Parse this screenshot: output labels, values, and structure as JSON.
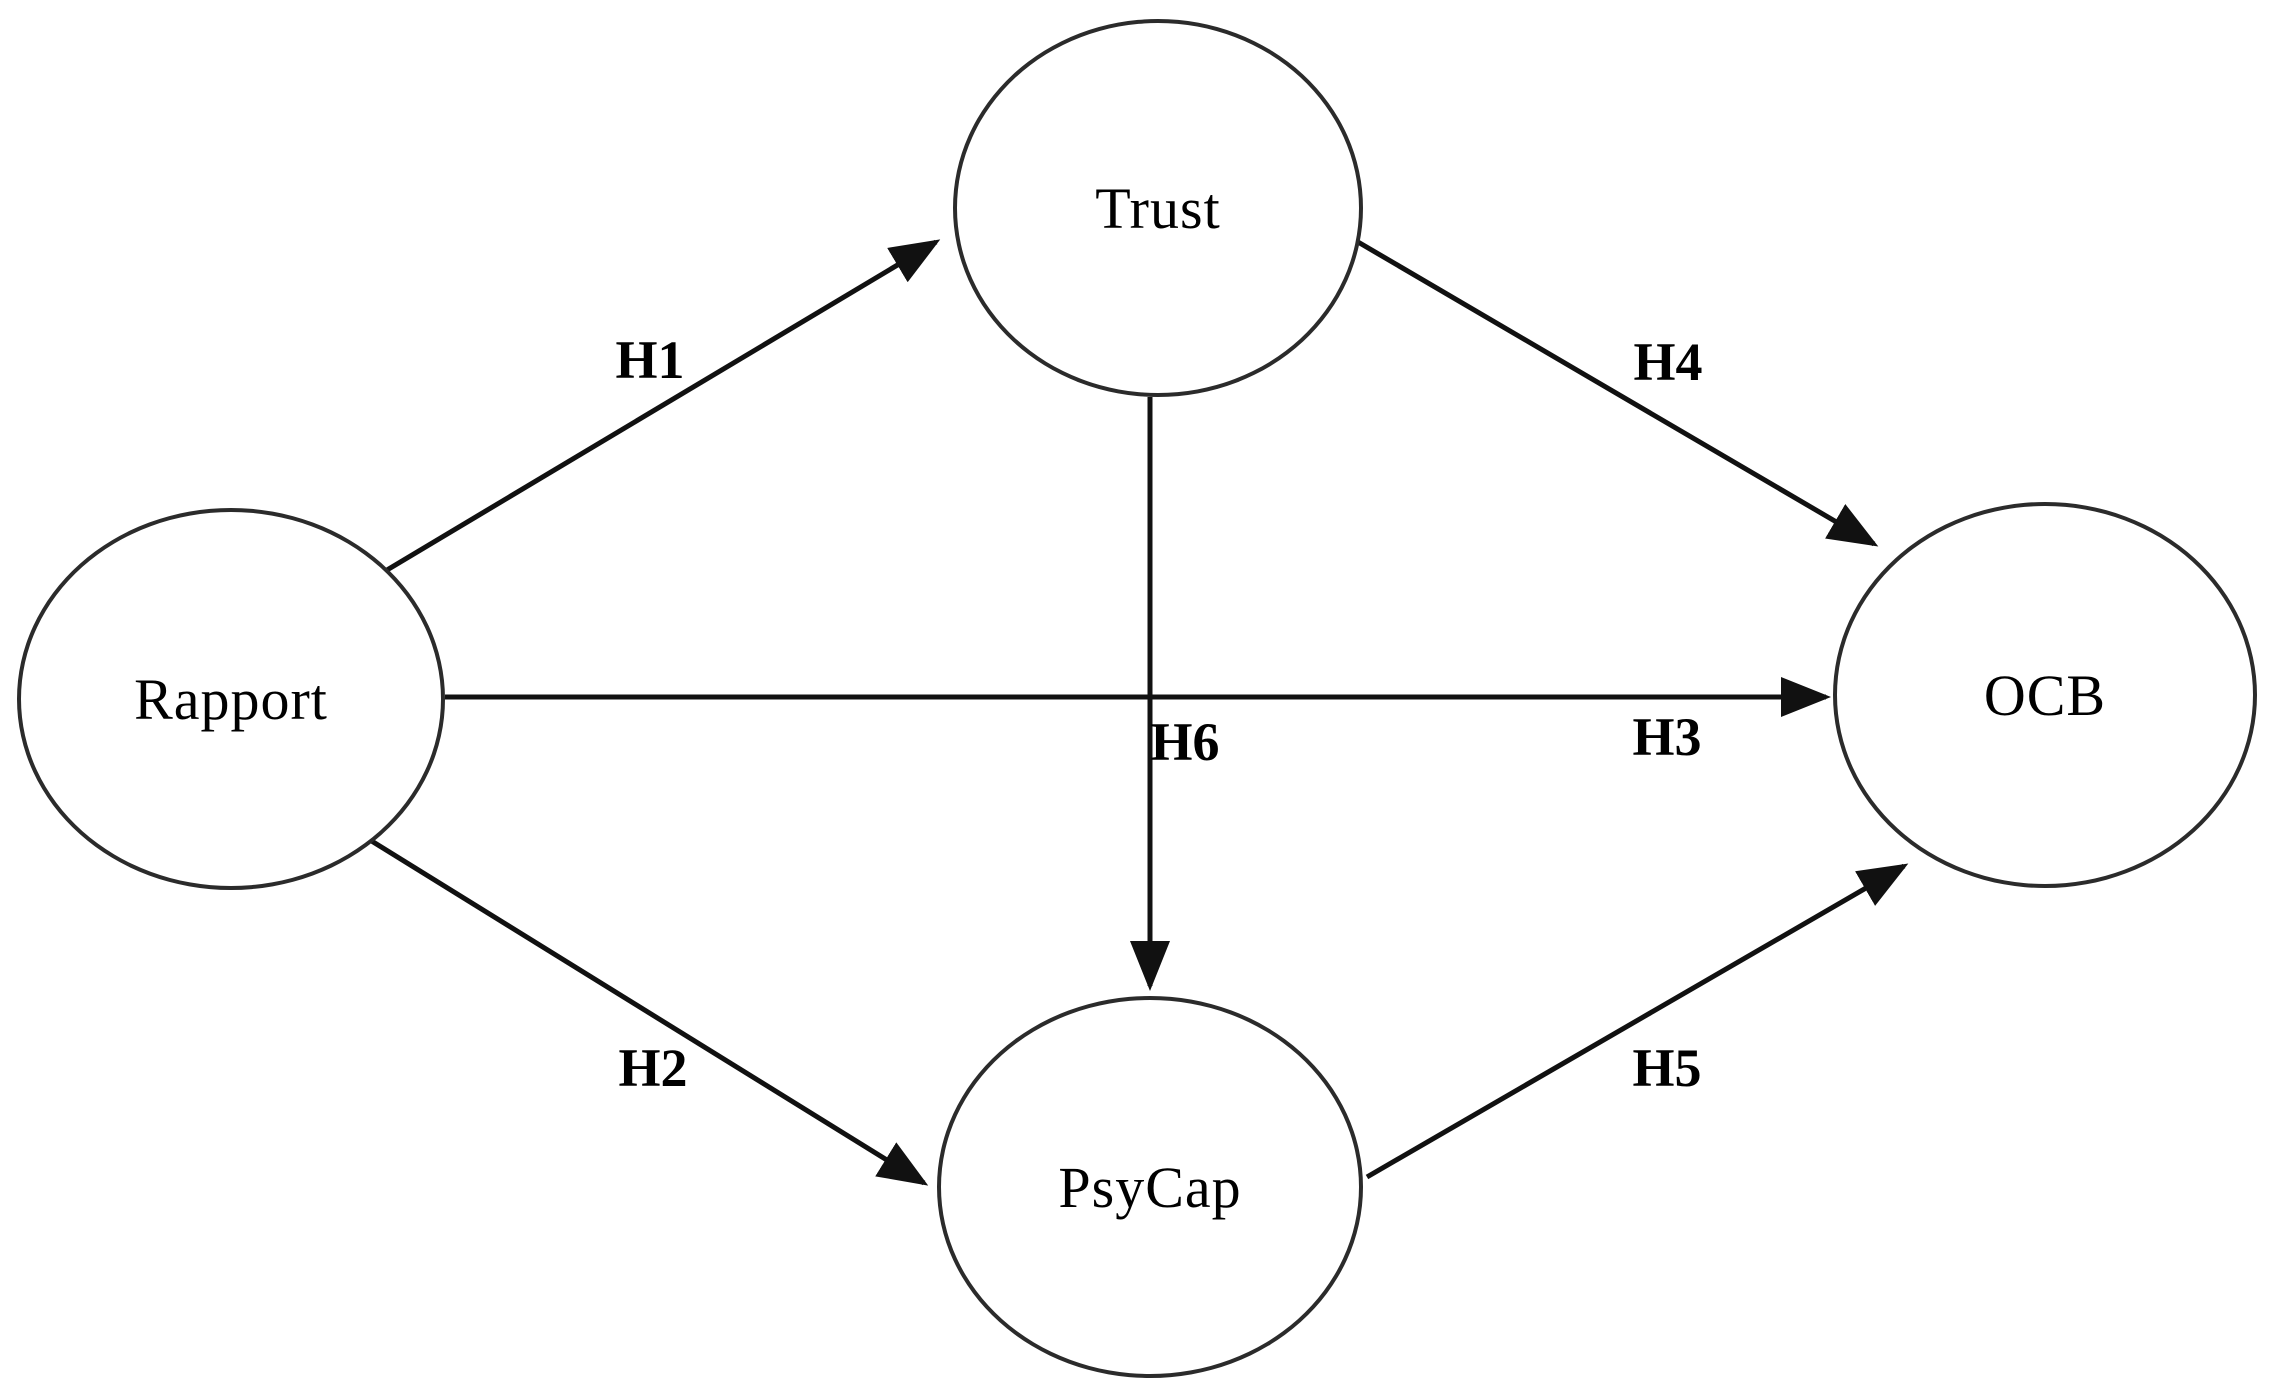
{
  "diagram_type": "path-model",
  "colors": {
    "background": "#ffffff",
    "stroke": "#2b2b2b",
    "arrow": "#111111",
    "text": "#000000"
  },
  "nodes": [
    {
      "id": "rapport",
      "label": "Rapport"
    },
    {
      "id": "trust",
      "label": "Trust"
    },
    {
      "id": "psycap",
      "label": "PsyCap"
    },
    {
      "id": "ocb",
      "label": "OCB"
    }
  ],
  "edges": [
    {
      "id": "h1",
      "label": "H1",
      "from": "Rapport",
      "to": "Trust"
    },
    {
      "id": "h2",
      "label": "H2",
      "from": "Rapport",
      "to": "PsyCap"
    },
    {
      "id": "h3",
      "label": "H3",
      "from": "Rapport",
      "to": "OCB"
    },
    {
      "id": "h4",
      "label": "H4",
      "from": "Trust",
      "to": "OCB"
    },
    {
      "id": "h5",
      "label": "H5",
      "from": "PsyCap",
      "to": "OCB"
    },
    {
      "id": "h6",
      "label": "H6",
      "from": "Trust",
      "to": "PsyCap"
    }
  ]
}
